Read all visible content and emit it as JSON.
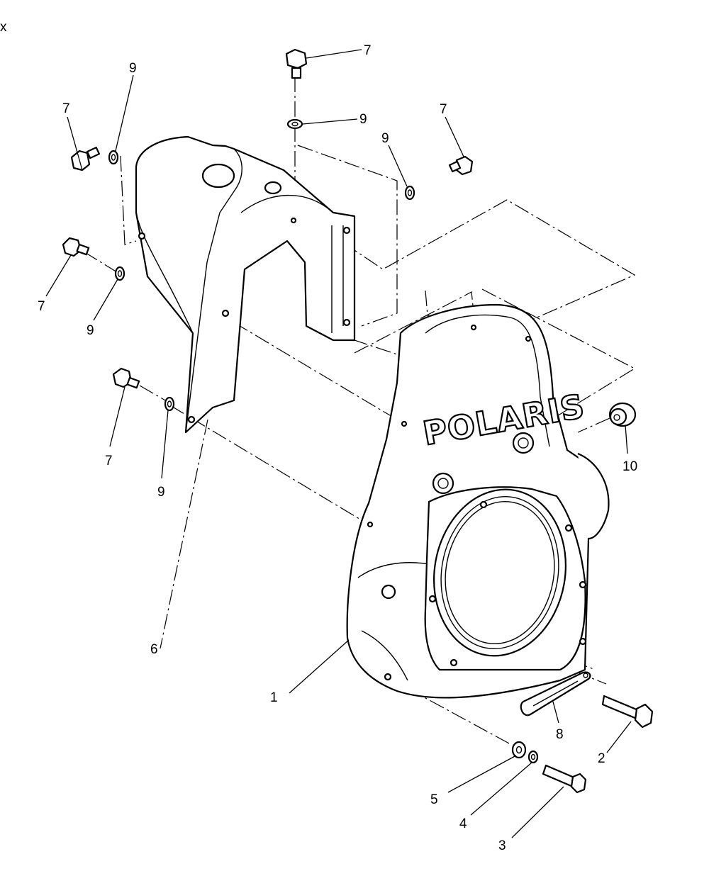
{
  "corner_mark": "x",
  "housing_logo": "POLARIS",
  "callouts": [
    {
      "id": "c7a",
      "label": "7"
    },
    {
      "id": "c9a",
      "label": "9"
    },
    {
      "id": "c9b",
      "label": "9"
    },
    {
      "id": "c7b",
      "label": "7"
    },
    {
      "id": "c7c",
      "label": "7"
    },
    {
      "id": "c9c",
      "label": "9"
    },
    {
      "id": "c7d",
      "label": "7"
    },
    {
      "id": "c9d",
      "label": "9"
    },
    {
      "id": "c7e",
      "label": "7"
    },
    {
      "id": "c9e",
      "label": "9"
    },
    {
      "id": "c10",
      "label": "10"
    },
    {
      "id": "c6",
      "label": "6"
    },
    {
      "id": "c1",
      "label": "1"
    },
    {
      "id": "c8",
      "label": "8"
    },
    {
      "id": "c2",
      "label": "2"
    },
    {
      "id": "c5",
      "label": "5"
    },
    {
      "id": "c4",
      "label": "4"
    },
    {
      "id": "c3",
      "label": "3"
    }
  ]
}
